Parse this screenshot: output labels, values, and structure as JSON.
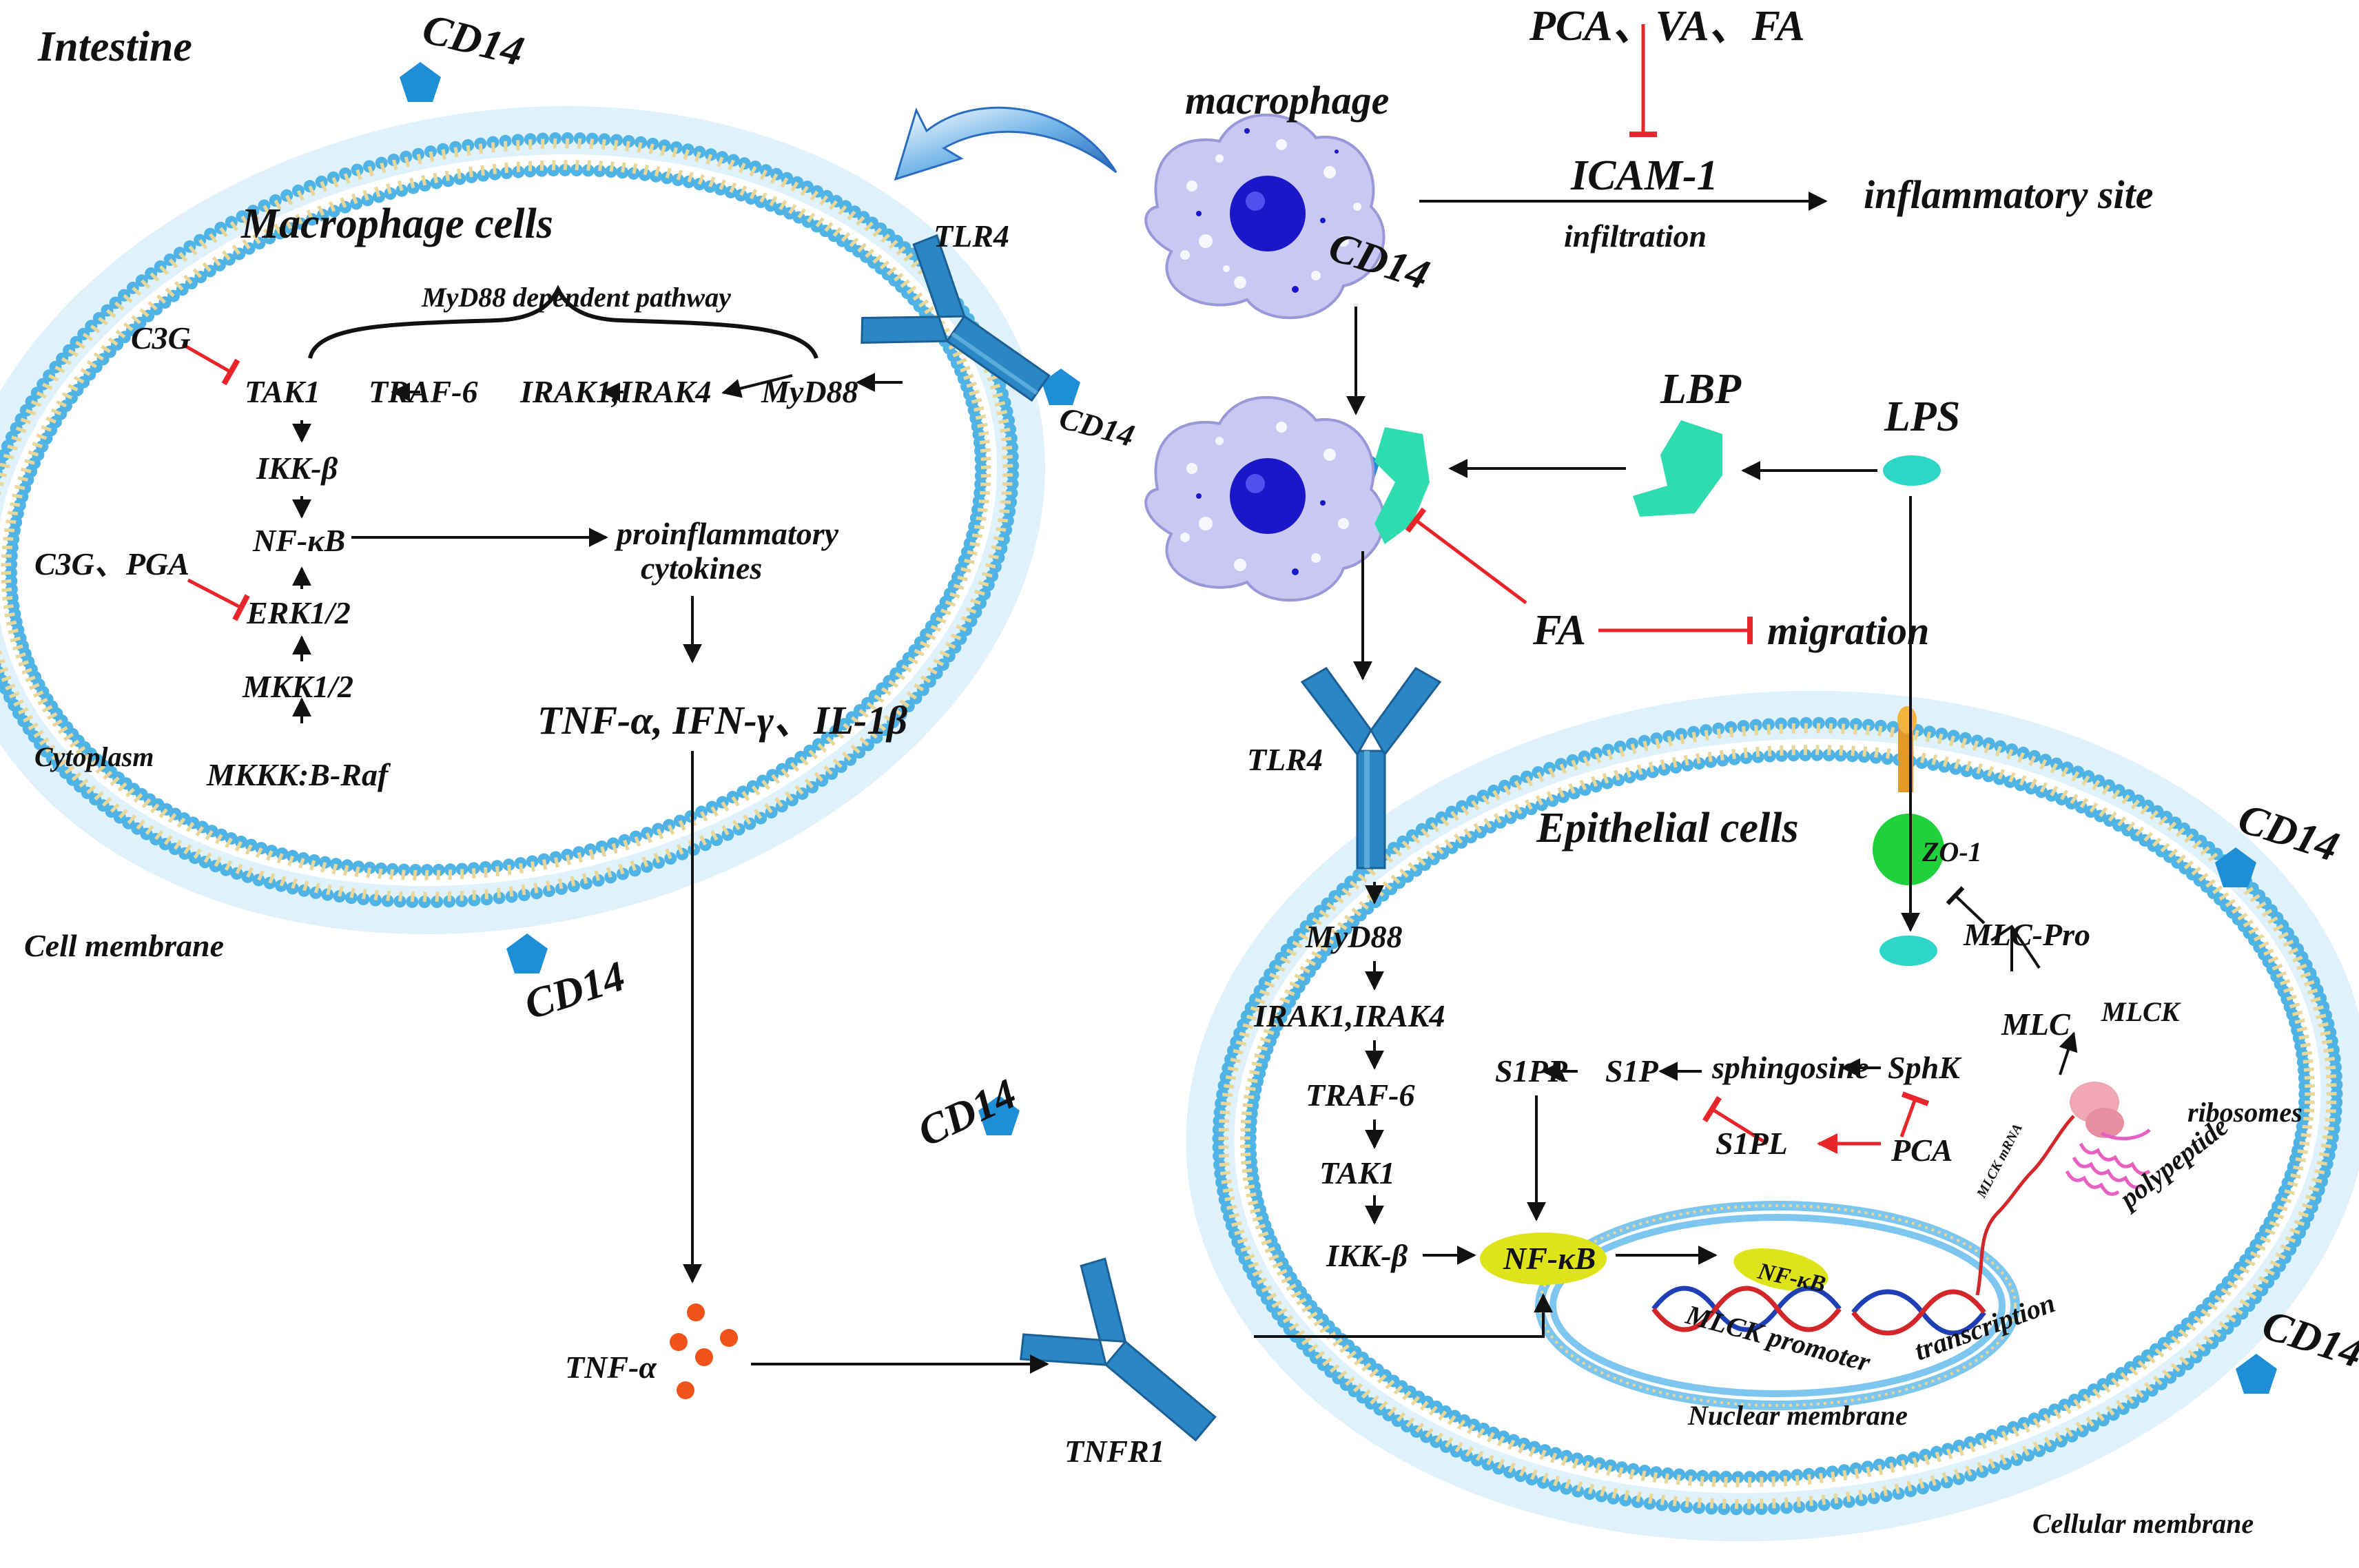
{
  "labels": {
    "intestine": "Intestine",
    "macrophage_cells": "Macrophage cells",
    "cytoplasm": "Cytoplasm",
    "cell_membrane": "Cell membrane",
    "myd88_dependent": "MyD88 dependent pathway",
    "c3g_top": "C3G",
    "tak1_left": "TAK1",
    "traf6_left": "TRAF-6",
    "irak_left": "IRAK1,IRAK4",
    "myd88_left": "MyD88",
    "ikkb_left": "IKK-β",
    "nfkb_left": "NF-κB",
    "c3g_pga": "C3G、PGA",
    "erk": "ERK1/2",
    "mkk": "MKK1/2",
    "mkkk": "MKKK:B-Raf",
    "proinflam_1": "proinflammatory",
    "proinflam_2": "cytokines",
    "cytokines_list": "TNF-α, IFN-γ、IL-1β",
    "tnfa": "TNF-α",
    "tlr4_left": "TLR4",
    "cd14_1": "CD14",
    "cd14_2": "CD14",
    "cd14_3": "CD14",
    "cd14_4": "CD14",
    "cd14_5": "CD14",
    "cd14_6": "CD14",
    "cd14_7": "CD14",
    "macrophage": "macrophage",
    "pca_va_fa": "PCA、VA、FA",
    "icam1": "ICAM-1",
    "infiltration": "infiltration",
    "inflammatory_site": "inflammatory site",
    "lbp": "LBP",
    "lps": "LPS",
    "fa": "FA",
    "migration": "migration",
    "tlr4_right": "TLR4",
    "epithelial": "Epithelial cells",
    "zo1": "ZO-1",
    "mlc_pro": "MLC-Pro",
    "mlc": "MLC",
    "mlck": "MLCK",
    "ribosomes": "ribosomes",
    "polypeptide": "polypeptide",
    "mlck_mrna": "MLCK mRNA",
    "myd88_right": "MyD88",
    "irak_right": "IRAK1,IRAK4",
    "traf6_right": "TRAF-6",
    "tak1_right": "TAK1",
    "ikkb_right": "IKK-β",
    "nfkb_right": "NF-κB",
    "nfkb_nucleus": "NF-κB",
    "mlck_promoter": "MLCK promoter",
    "transcription": "transcription",
    "nuclear_membrane": "Nuclear membrane",
    "s1pr": "S1PR",
    "s1p": "S1P",
    "sphingosine": "sphingosine",
    "sphk": "SphK",
    "s1pl": "S1PL",
    "pca": "PCA",
    "tnfr1": "TNFR1",
    "cellular_membrane": "Cellular membrane"
  },
  "colors": {
    "membrane": "#4fb3e6",
    "lipid_tail": "#e9d79a",
    "receptor": "#2a86c4",
    "cd14": "#1e8fd6",
    "macrophage_body": "#c9c8f2",
    "nucleus": "#1a17c9",
    "lbp": "#2fdcb0",
    "lps": "#2ed6c8",
    "zo1": "#1fd13a",
    "nfkb": "#dfe31a",
    "tnfa_dot": "#f0521a",
    "inhibit": "#e8262a"
  }
}
